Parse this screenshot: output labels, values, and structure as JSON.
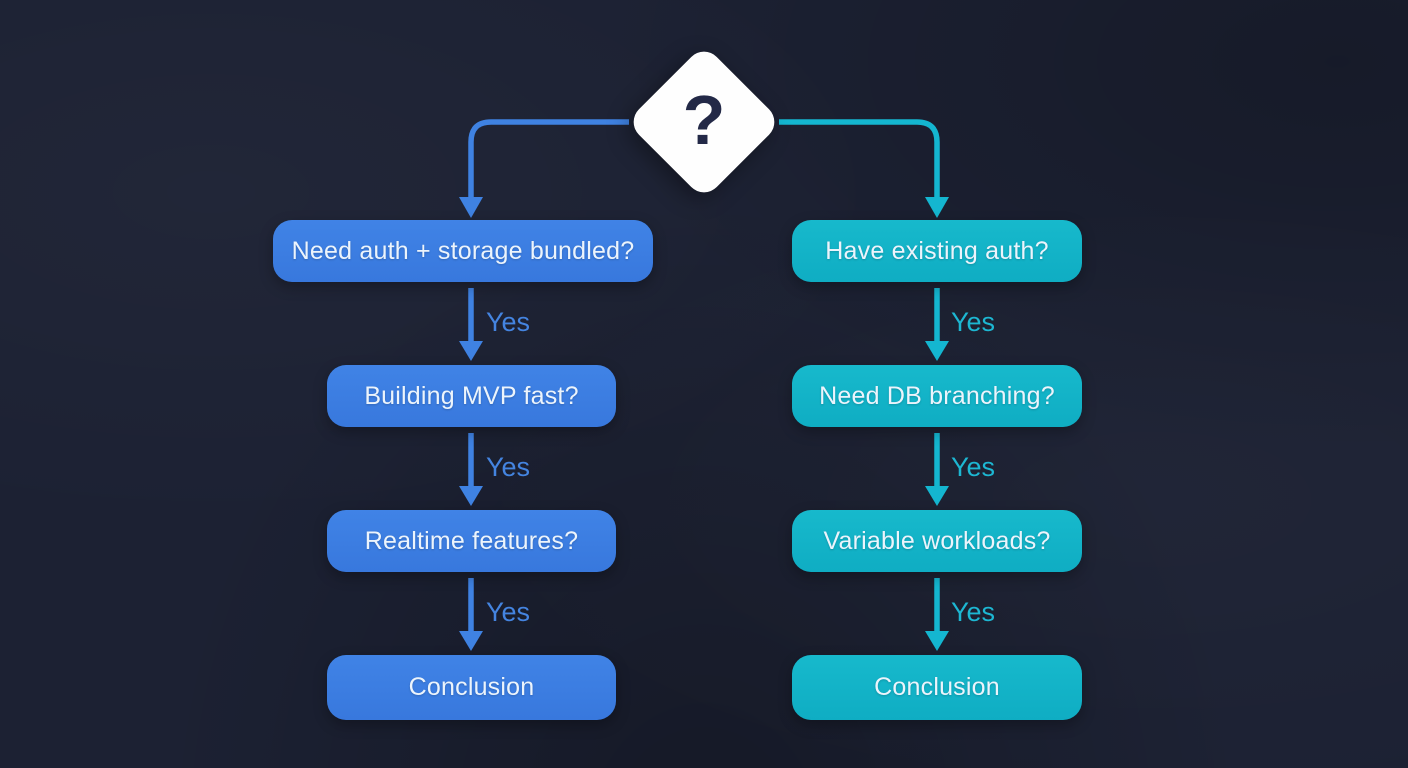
{
  "root": {
    "symbol": "?"
  },
  "colors": {
    "background": "#1c2133",
    "blue_node": "#3a7de2",
    "blue_connector": "#3f82e2",
    "teal_node": "#12b4c8",
    "teal_connector": "#14b6d0",
    "node_text": "#ecf4fc",
    "diamond_fill": "#ffffff",
    "question_mark": "#232947"
  },
  "left_branch": {
    "nodes": [
      {
        "label": "Need auth + storage bundled?"
      },
      {
        "label": "Building MVP fast?"
      },
      {
        "label": "Realtime features?"
      },
      {
        "label": "Conclusion"
      }
    ],
    "edge_labels": [
      "Yes",
      "Yes",
      "Yes"
    ]
  },
  "right_branch": {
    "nodes": [
      {
        "label": "Have existing auth?"
      },
      {
        "label": "Need DB branching?"
      },
      {
        "label": "Variable workloads?"
      },
      {
        "label": "Conclusion"
      }
    ],
    "edge_labels": [
      "Yes",
      "Yes",
      "Yes"
    ]
  }
}
